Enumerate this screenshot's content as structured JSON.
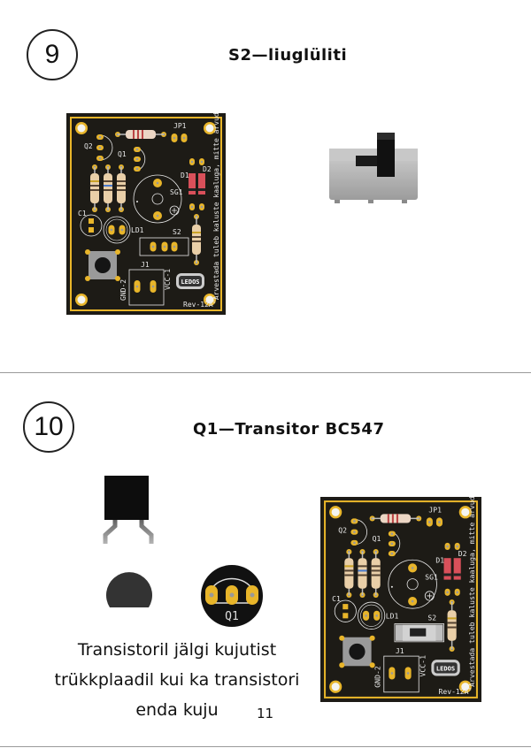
{
  "steps": [
    {
      "number": "9",
      "title": "S2—liuglüliti"
    },
    {
      "number": "10",
      "title": "Q1—Transitor BC547"
    }
  ],
  "step10": {
    "footprint_label": "Q1",
    "description_lines": [
      "Transistoril jälgi kujutist",
      "trükkplaadil kui ka transistori",
      "enda kuju"
    ]
  },
  "page_number": "11",
  "pcb": {
    "labels": {
      "jp1": "JP1",
      "q1": "Q1",
      "q2": "Q2",
      "sg1": "SG1",
      "d1": "D1",
      "d2": "D2",
      "c1": "C1",
      "ld1": "LD1",
      "s2": "S2",
      "j1": "J1",
      "gnd": "GND-2",
      "vcc": "VCC-1",
      "logo": "LEDOS",
      "rev": "Rev-12A",
      "quote": "\"Arvestada tuleb kaluste kaaluga, mitte arvudega\" - Isaac Newton"
    }
  },
  "colors": {
    "board": "#1d1b16",
    "copper": "#e8b52a",
    "silk": "#e8e8e8"
  }
}
